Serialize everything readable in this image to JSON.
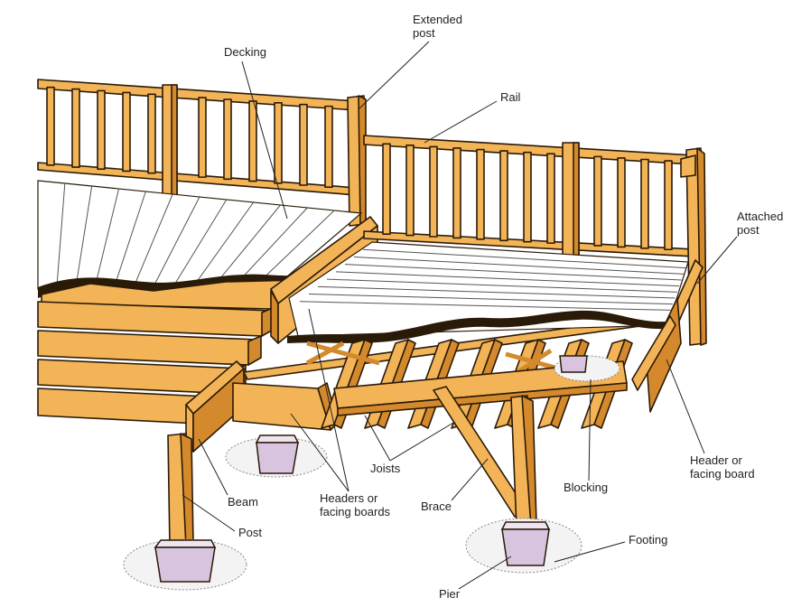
{
  "labels": {
    "extended_post": [
      "Extended",
      "post"
    ],
    "decking": "Decking",
    "rail": "Rail",
    "attached_post": [
      "Attached",
      "post"
    ],
    "joists": "Joists",
    "beam": "Beam",
    "headers": [
      "Headers or",
      "facing boards"
    ],
    "brace": "Brace",
    "blocking": "Blocking",
    "header_right": [
      "Header or",
      "facing board"
    ],
    "post": "Post",
    "footing": "Footing",
    "pier": "Pier"
  },
  "colors": {
    "wood": "#f2b456",
    "wood_dark": "#d48a2c",
    "concrete": "#d9c4df",
    "outline": "#2a1a08"
  }
}
